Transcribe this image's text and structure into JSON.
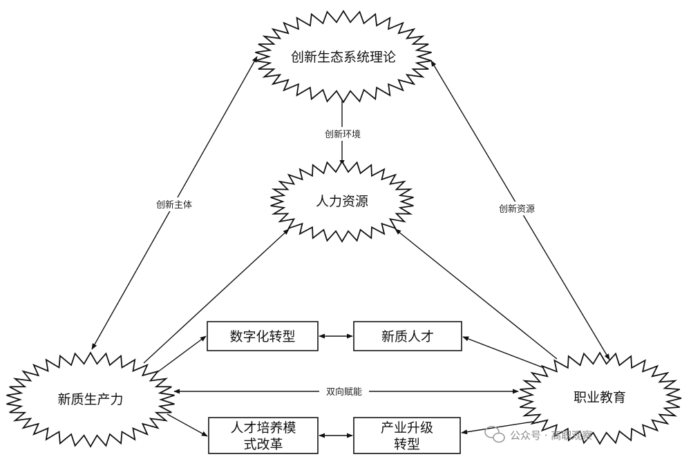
{
  "nodes": {
    "theory": "创新生态系统理论",
    "hr": "人力资源",
    "productivity": "新质生产力",
    "education": "职业教育",
    "digital": "数字化转型",
    "talent": "新质人才",
    "reform": [
      "人才培养模",
      "式改革"
    ],
    "upgrade": [
      "产业升级",
      "转型"
    ]
  },
  "edges": {
    "env": "创新环境",
    "subject": "创新主体",
    "resource": "创新资源",
    "mutual": "双向赋能"
  },
  "watermark": "公众号 · 高职观察",
  "colors": {
    "stroke": "#111111",
    "background": "#ffffff",
    "watermark": "#8a8a8a"
  }
}
